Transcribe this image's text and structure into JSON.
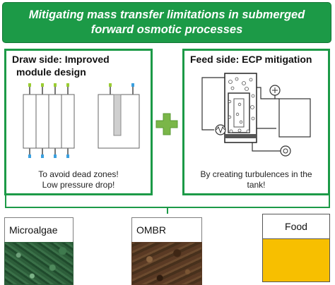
{
  "banner": {
    "line1": "Mitigating mass transfer limitations in submerged",
    "line2": "forward osmotic processes"
  },
  "draw_side": {
    "title_line1": "Draw side: Improved",
    "title_line2": "module design",
    "caption_line1": "To avoid dead zones!",
    "caption_line2": "Low pressure drop!"
  },
  "feed_side": {
    "title": "Feed side: ECP mitigation",
    "caption_line1": "By creating turbulences in the",
    "caption_line2": "tank!"
  },
  "applications": {
    "microalgae": "Microalgae",
    "ombr": "OMBR",
    "food": "Food"
  },
  "colors": {
    "green": "#1c9a47",
    "plus_green": "#7ab648",
    "algae": "#2d5e3a",
    "sludge": "#5a3a24",
    "food": "#f7bf00"
  }
}
